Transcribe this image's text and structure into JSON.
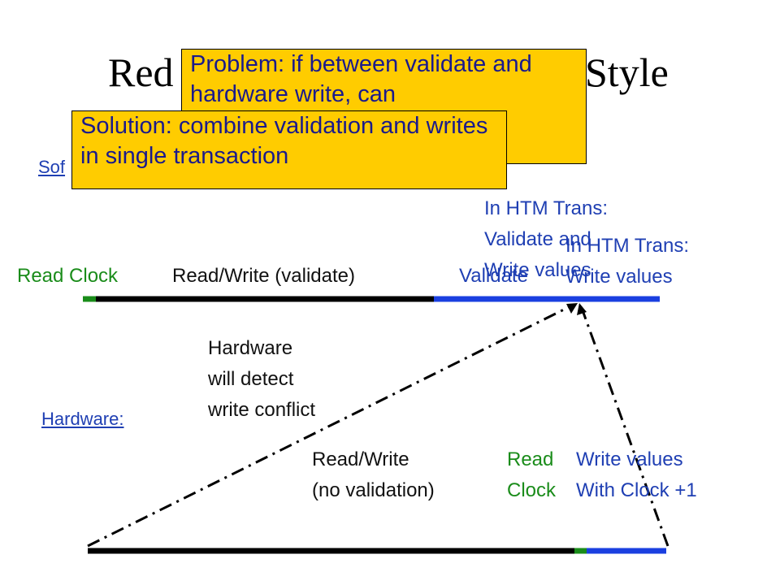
{
  "slide": {
    "title_left": "Red",
    "title_right": "Style",
    "software_label_partial": "Sof",
    "hardware_label": "Hardware:",
    "problem_popup": "Problem: if between validate and hardware write, can",
    "solution_popup": "Solution: combine validation and writes in single transaction"
  },
  "software_timeline": {
    "read_clock": "Read Clock",
    "read_write_validate": "Read/Write (validate)",
    "validate": "Validate",
    "htm_trans_1": [
      "In HTM Trans:",
      "Validate and",
      "Write values"
    ],
    "htm_trans_2": [
      "In HTM Trans:",
      "Write values"
    ]
  },
  "hardware_timeline": {
    "note": [
      "Hardware",
      "will detect",
      "write conflict"
    ],
    "read_write": [
      "Read/Write",
      "(no validation)"
    ],
    "read_clock": [
      "Read",
      "Clock"
    ],
    "write_values": [
      "Write values",
      "With Clock +1"
    ]
  },
  "colors": {
    "popup_bg": "#ffcc00",
    "green": "#1a8c1a",
    "blue": "#1f3fb3",
    "line_black": "#000000"
  }
}
